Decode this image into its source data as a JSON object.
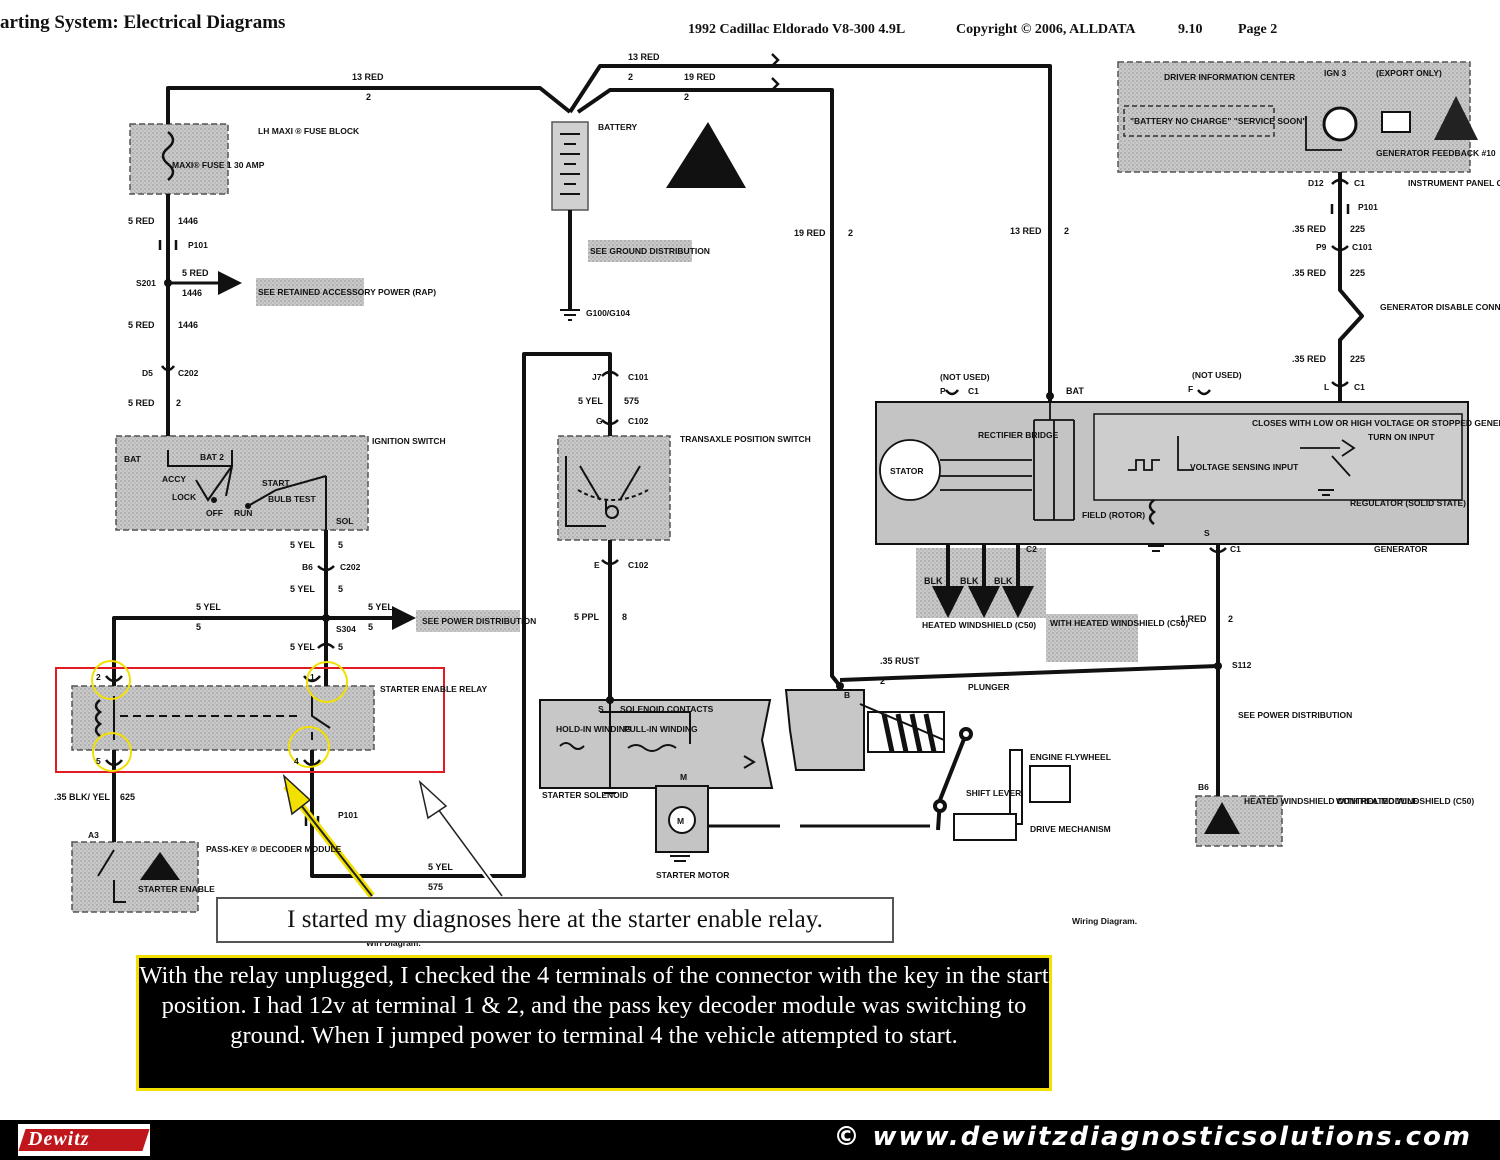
{
  "header": {
    "title": "arting System: Electrical Diagrams",
    "vehicle": "1992 Cadillac Eldorado V8-300 4.9L",
    "copyright": "Copyright © 2006, ALLDATA",
    "version": "9.10",
    "page": "Page 2"
  },
  "components": {
    "fuse_block": "LH MAXI ® FUSE BLOCK",
    "maxi_fuse": "MAXI® FUSE 1 30 AMP",
    "battery": "BATTERY",
    "ground_dist": "SEE GROUND DISTRIBUTION",
    "ground": "G100/G104",
    "rap": "SEE RETAINED ACCESSORY POWER (RAP)",
    "ignition_switch": "IGNITION SWITCH",
    "ign_positions": [
      "BAT",
      "BAT 2",
      "ACCY",
      "LOCK",
      "OFF",
      "RUN",
      "START",
      "BULB TEST",
      "SOL"
    ],
    "power_dist": "SEE POWER DISTRIBUTION",
    "starter_enable_relay": "STARTER ENABLE RELAY",
    "passkey": "PASS-KEY ® DECODER MODULE",
    "starter_enable": "STARTER ENABLE",
    "transaxle": "TRANSAXLE POSITION SWITCH",
    "solenoid_contacts": "SOLENOID CONTACTS",
    "hold_in": "HOLD-IN WINDING",
    "pull_in": "PULL-IN WINDING",
    "starter_solenoid": "STARTER SOLENOID",
    "starter_motor": "STARTER MOTOR",
    "plunger": "PLUNGER",
    "shift_lever": "SHIFT LEVER",
    "engine_flywheel": "ENGINE FLYWHEEL",
    "drive_mechanism": "DRIVE MECHANISM",
    "dic": "DRIVER INFORMATION CENTER",
    "dic_message": "\"BATTERY NO CHARGE\" \"SERVICE SOON\"",
    "ign3": "IGN 3",
    "export_only": "(EXPORT ONLY)",
    "gen_feedback": "GENERATOR FEEDBACK #10",
    "ipc": "INSTRUMENT PANEL CLUSTER (IPC)",
    "gen_disable": "GENERATOR DISABLE CONNECTOR",
    "not_used": "(NOT USED)",
    "stator": "STATOR",
    "rectifier": "RECTIFIER BRIDGE",
    "field": "FIELD (ROTOR)",
    "voltage_sensing": "VOLTAGE SENSING INPUT",
    "closes_with": "CLOSES WITH LOW OR HIGH VOLTAGE OR STOPPED GENERATOR",
    "turn_on": "TURN ON INPUT",
    "regulator": "REGULATOR (SOLID STATE)",
    "generator": "GENERATOR",
    "heated_ws": "HEATED WINDSHIELD (C50)",
    "with_heated_ws": "WITH HEATED WINDSHIELD (C50)",
    "hwcm": "HEATED WINDSHIELD CONTROL MODULE",
    "wiring_diagram": "Wiring Diagram.",
    "wiring_diagram_cut": "Wiri Diagram."
  },
  "wires": {
    "w13red": "13 RED",
    "w2": "2",
    "w19red": "19 RED",
    "w5red": "5 RED",
    "c1446": "1446",
    "c2": "2",
    "w5yel": "5 YEL",
    "c5": "5",
    "c575": "575",
    "w5ppl": "5 PPL",
    "c8": "8",
    "w35blk": ".35 BLK/ YEL",
    "c625": "625",
    "w35red": ".35 RED",
    "c225": "225",
    "w35rust": ".35 RUST",
    "w1red": "1 RED",
    "blk": "BLK",
    "bat": "BAT"
  },
  "connectors": {
    "p101": "P101",
    "s201": "S201",
    "d5": "D5",
    "c202": "C202",
    "b6": "B6",
    "s304": "S304",
    "a3": "A3",
    "j7": "J7",
    "c101": "C101",
    "g": "G",
    "c102": "C102",
    "e": "E",
    "d12": "D12",
    "c1": "C1",
    "p9": "P9",
    "s112": "S112",
    "b6b": "B6",
    "l": "L",
    "f": "F",
    "p": "P",
    "s": "S",
    "c2c": "C2",
    "b": "B",
    "m": "M"
  },
  "relay_terminals": [
    "2",
    "1",
    "5",
    "4"
  ],
  "annotations": {
    "note1": "I started my diagnoses here at the starter enable relay.",
    "note2": "With  the relay unplugged, I checked the 4 terminals of the connector with the key in the start position. I had 12v at terminal 1 & 2, and the pass key decoder module was switching to ground. When I jumped power to terminal 4 the vehicle attempted to start."
  },
  "footer": {
    "logo": "Dewitz",
    "website": "© www.dewitzdiagnosticsolutions.com"
  },
  "colors": {
    "highlight_red": "#e01b24",
    "highlight_yellow": "#f2e000",
    "shade": "#c6c6c6"
  }
}
